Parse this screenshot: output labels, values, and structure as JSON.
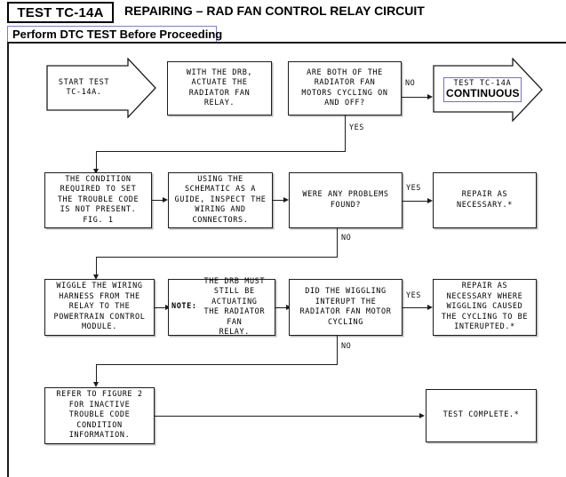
{
  "header": {
    "test_id": "TEST TC-14A",
    "title": "REPAIRING – RAD FAN CONTROL RELAY CIRCUIT",
    "notice": "Perform DTC TEST Before Proceeding",
    "notice_border_color": "#7b7be0"
  },
  "flow": {
    "nodes": [
      {
        "id": "start",
        "shape": "arrow-right",
        "text": "START TEST\nTC-14A."
      },
      {
        "id": "actuate",
        "shape": "rect",
        "text": "WITH THE DRB,\nACTUATE THE\nRADIATOR FAN\nRELAY."
      },
      {
        "id": "cycling-q",
        "shape": "rect",
        "text": "ARE BOTH OF THE\nRADIATOR FAN\nMOTORS CYCLING ON\nAND OFF?"
      },
      {
        "id": "continuous",
        "shape": "arrow-right",
        "text": "",
        "label_line1": "TEST  TC-14A",
        "label_line2": "CONTINUOUS",
        "label_border_color": "#6f6fe0"
      },
      {
        "id": "condition",
        "shape": "rect",
        "text": "THE CONDITION\nREQUIRED TO SET\nTHE TROUBLE CODE\nIS NOT PRESENT.\nFIG. 1"
      },
      {
        "id": "schematic",
        "shape": "rect",
        "text": "USING THE\nSCHEMATIC AS A\nGUIDE, INSPECT THE\nWIRING AND\nCONNECTORS."
      },
      {
        "id": "problems-q",
        "shape": "rect",
        "text": "WERE ANY PROBLEMS\nFOUND?"
      },
      {
        "id": "repair1",
        "shape": "rect",
        "text": "REPAIR AS\nNECESSARY.*"
      },
      {
        "id": "wiggle",
        "shape": "rect",
        "text": "WIGGLE THE WIRING\nHARNESS FROM THE\nRELAY TO THE\nPOWERTRAIN CONTROL\nMODULE."
      },
      {
        "id": "note",
        "shape": "rect",
        "bold_prefix": "NOTE:",
        "text": " THE DRB MUST\nSTILL BE ACTUATING\nTHE RADIATOR FAN\nRELAY."
      },
      {
        "id": "interupt-q",
        "shape": "rect",
        "text": "DID THE WIGGLING\nINTERUPT THE\nRADIATOR FAN MOTOR\nCYCLING"
      },
      {
        "id": "repair2",
        "shape": "rect",
        "text": "REPAIR AS\nNECESSARY WHERE\nWIGGLING CAUSED\nTHE CYCLING TO BE\nINTERUPTED.*"
      },
      {
        "id": "figure2",
        "shape": "rect",
        "text": "REFER TO FIGURE 2\nFOR INACTIVE\nTROUBLE CODE\nCONDITION\nINFORMATION."
      },
      {
        "id": "complete",
        "shape": "rect",
        "text": "TEST COMPLETE.*"
      }
    ],
    "edge_labels": {
      "no_1": "NO",
      "yes_1": "YES",
      "yes_2": "YES",
      "no_2": "NO",
      "yes_3": "YES",
      "no_3": "NO"
    }
  }
}
